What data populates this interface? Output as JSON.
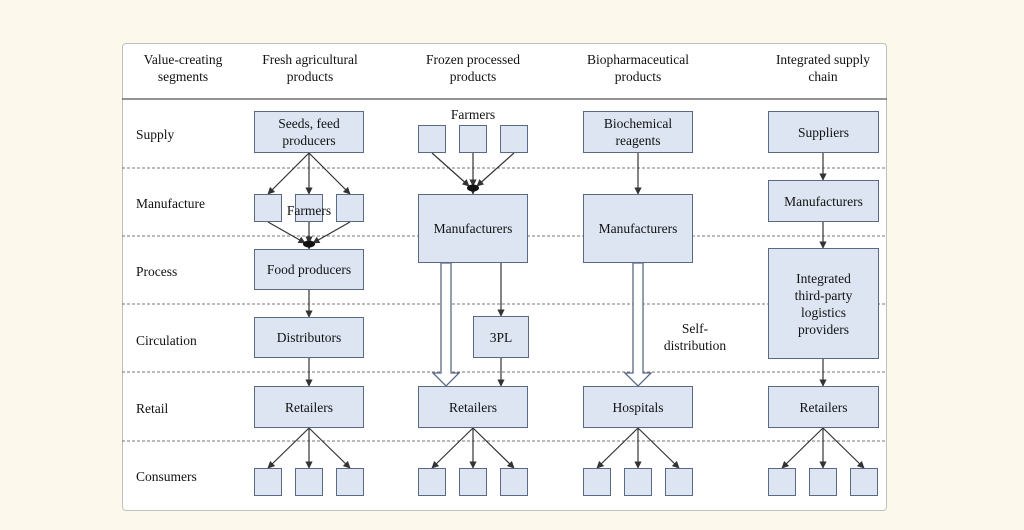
{
  "colors": {
    "page_bg": "#fdf8ec",
    "box_fill": "#dde5f3",
    "box_border": "#5a6a86",
    "line": "#333333"
  },
  "header": {
    "segments_label": [
      "Value-creating",
      "segments"
    ],
    "columns": [
      [
        "Fresh agricultural",
        "products"
      ],
      [
        "Frozen processed",
        "products"
      ],
      [
        "Biopharmaceutical",
        "products"
      ],
      [
        "Integrated supply",
        "chain"
      ]
    ]
  },
  "rows": [
    "Supply",
    "Manufacture",
    "Process",
    "Circulation",
    "Retail",
    "Consumers"
  ],
  "fresh": {
    "supply": "Seeds, feed producers",
    "farmers": "Farmers",
    "process": "Food producers",
    "circulation": "Distributors",
    "retail": "Retailers"
  },
  "frozen": {
    "farmers": "Farmers",
    "manufacture": "Manufacturers",
    "circulation": "3PL",
    "retail": "Retailers"
  },
  "bio": {
    "supply": "Biochemical reagents",
    "manufacture": "Manufacturers",
    "self_distribution": [
      "Self-",
      "distribution"
    ],
    "retail": "Hospitals"
  },
  "integrated": {
    "supply": "Suppliers",
    "manufacture": "Manufacturers",
    "logistics": "Integrated third-party logistics providers",
    "retail": "Retailers"
  }
}
